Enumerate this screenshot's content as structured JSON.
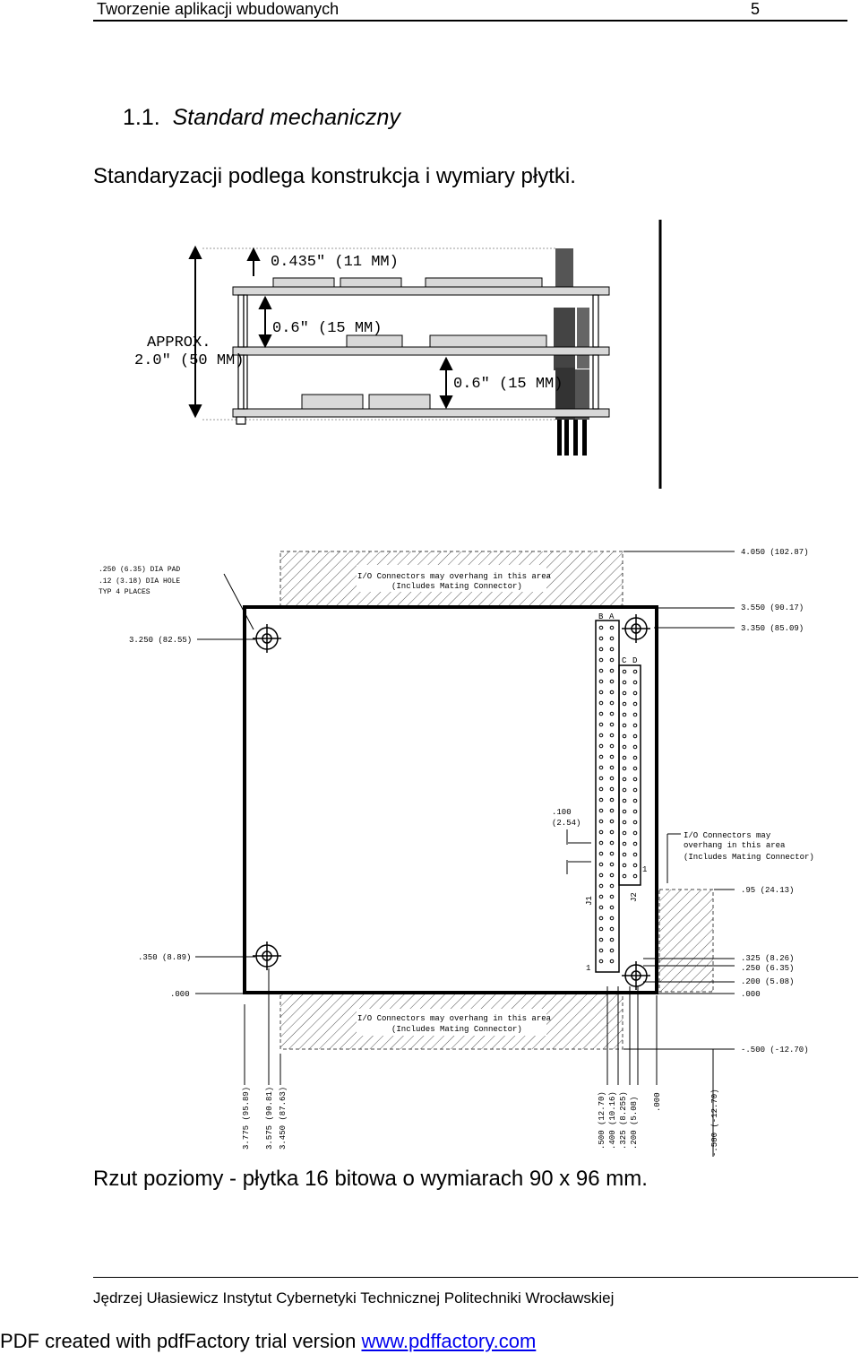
{
  "header": {
    "title": "Tworzenie aplikacji wbudowanych",
    "page_number": "5"
  },
  "section": {
    "number": "1.1.",
    "title": "Standard mechaniczny"
  },
  "intro_text": "Standaryzacji podlega konstrukcja i wymiary płytki.",
  "figure_side": {
    "labels": {
      "top_spacing": "0.435\" (11 MM)",
      "mid_spacing": "0.6\" (15 MM)",
      "low_spacing": "0.6\" (15 MM)",
      "approx_1": "APPROX.",
      "approx_2": "2.0\" (50 MM)"
    }
  },
  "figure_top": {
    "hole_note": [
      ".250 (6.35) DIA PAD",
      ".12  (3.18) DIA HOLE",
      "TYP 4 PLACES"
    ],
    "io_top": [
      "I/O Connectors may overhang in this area",
      "(Includes Mating Connector)"
    ],
    "io_bottom": [
      "I/O Connectors may overhang in this area",
      "(Includes Mating Connector)"
    ],
    "io_right": [
      "I/O Connectors may",
      "overhang in this area",
      "(Includes Mating Connector)"
    ],
    "pitch": [
      ".100",
      "(2.54)"
    ],
    "left_dims": [
      "3.250 (82.55)",
      ".350 (8.89)",
      ".000"
    ],
    "right_dims": [
      "4.050 (102.87)",
      "3.550 (90.17)",
      "3.350 (85.09)",
      ".95 (24.13)",
      ".325 (8.26)",
      ".250 (6.35)",
      ".200 (5.08)",
      ".000",
      "-.500 (-12.70)"
    ],
    "bottom_dims": [
      "3.775 (95.89)",
      "3.575 (90.81)",
      "3.450 (87.63)",
      ".500 (12.70)",
      ".400 (10.16)",
      ".325 (8.255)",
      ".200 (5.08)",
      ".000",
      "-.500 (-12.70)"
    ],
    "pin_rows": {
      "j1": [
        "B",
        "A"
      ],
      "j2": [
        "C",
        "D"
      ]
    },
    "connectors": {
      "j1": "J1",
      "j2": "J2",
      "pin_one": "1"
    }
  },
  "caption": "Rzut poziomy - płytka 16 bitowa o wymiarach 90 x 96 mm.",
  "footer": {
    "author": "Jędrzej Ułasiewicz Instytut Cybernetyki Technicznej Politechniki Wrocławskiej"
  },
  "pdf_note": {
    "text": "PDF created with pdfFactory trial version ",
    "link": "www.pdffactory.com"
  }
}
